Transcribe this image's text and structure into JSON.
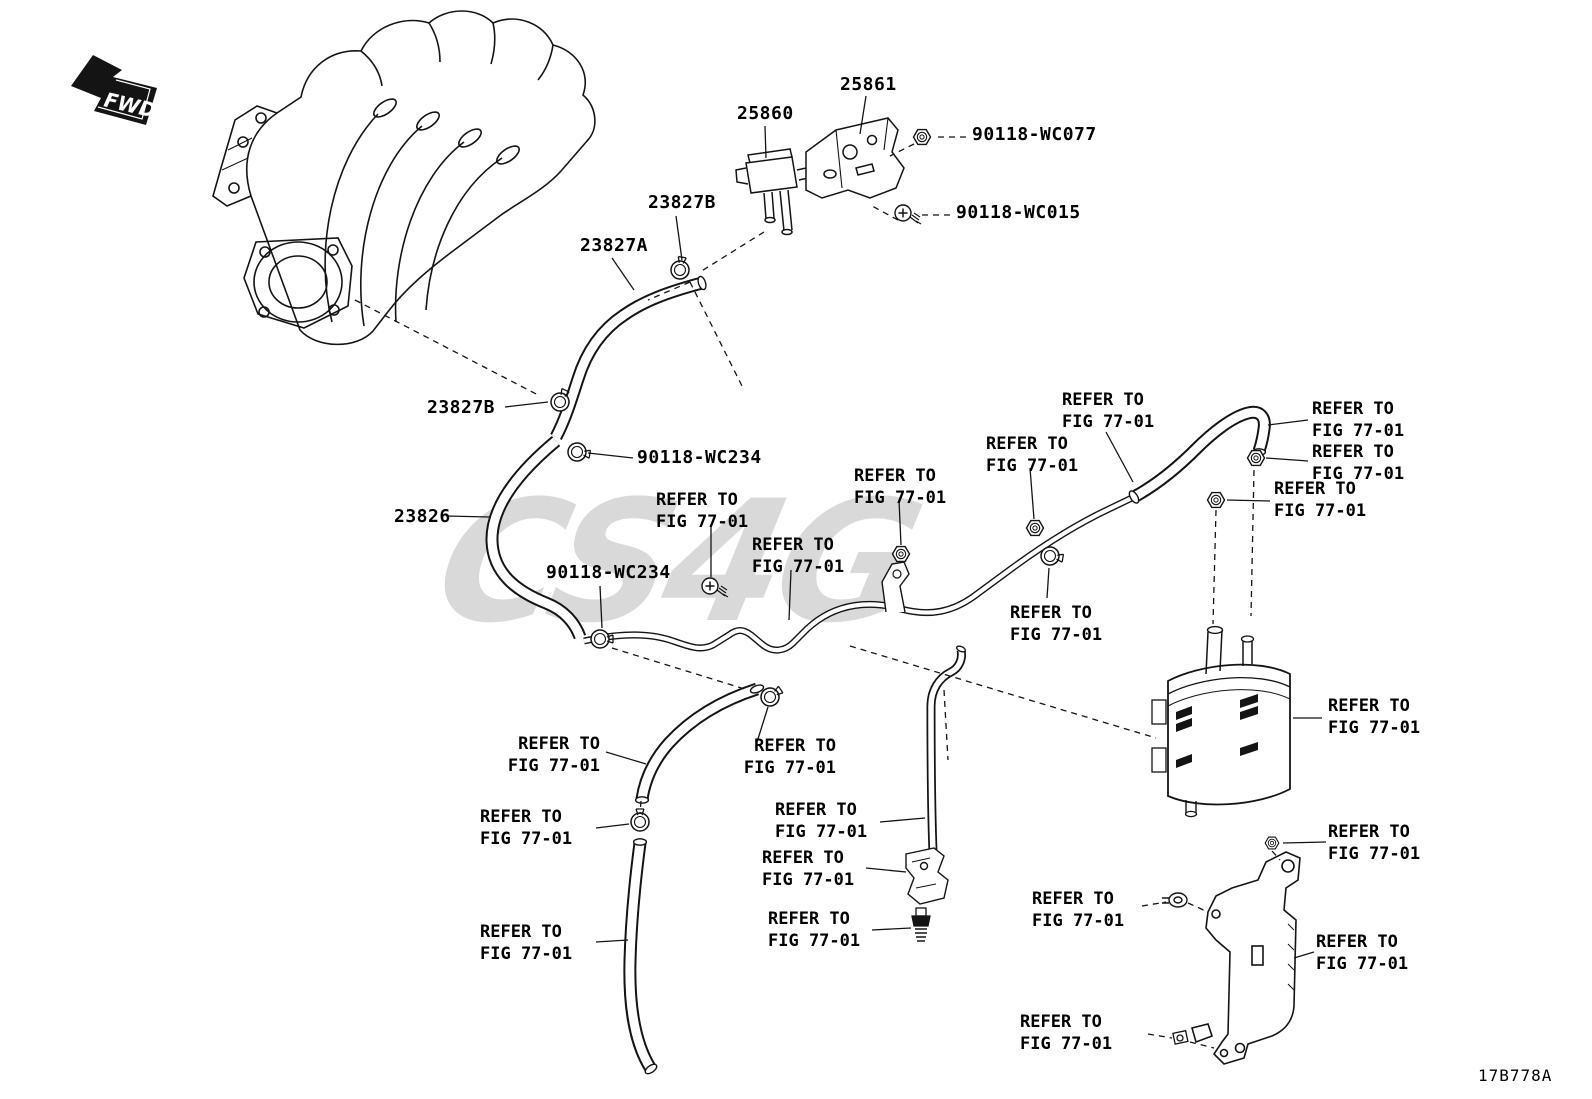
{
  "diagram": {
    "fwd_badge": "FWD",
    "figure_code": "17B778A",
    "refer_note": {
      "line1": "REFER TO",
      "line2": "FIG 77-01"
    },
    "parts": {
      "solenoid_valve": "25860",
      "valve_bracket": "25861",
      "nut_wc077": "90118-WC077",
      "screw_wc015": "90118-WC015",
      "clamp_upper": "23827B",
      "hose_upper": "23827A",
      "clamp_left": "23827B",
      "clamp_mid": "90118-WC234",
      "hose_main": "23826",
      "clamp_lower": "90118-WC234"
    },
    "line_color": "#141414",
    "watermark_text": "CS4G"
  }
}
